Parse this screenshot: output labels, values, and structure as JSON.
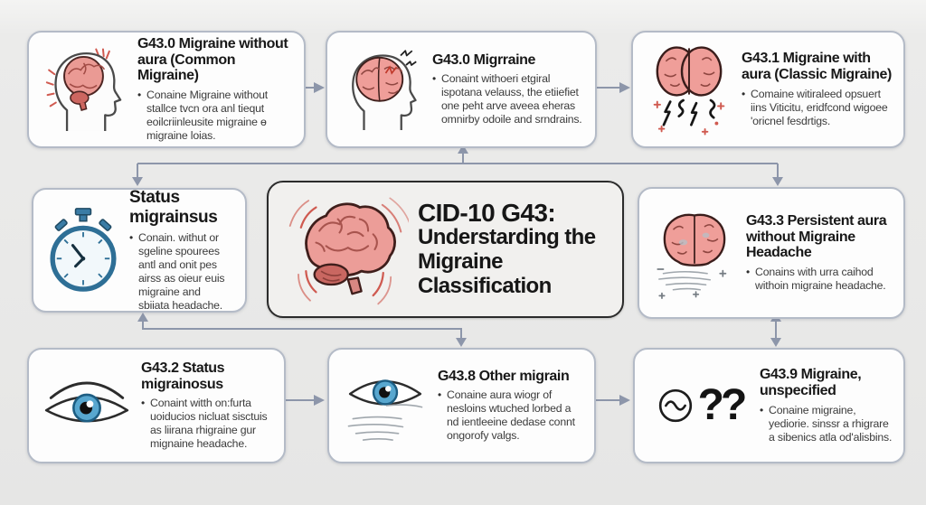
{
  "ui": {
    "bullet": "•",
    "background": "#e9e9e8",
    "card_border": "#b4bbc7",
    "center_border": "#2b2b2b",
    "arrow_color": "#8d96aa",
    "brain_pink": "#ec9d98",
    "accent_red": "#d05a50",
    "stopwatch_blue": "#3a7ca5",
    "iris_blue": "#58a7cf"
  },
  "center_card": {
    "icon": "vibrating-brain-icon",
    "title_line1": "CID-10 G43:",
    "title_line2": "Understarding the",
    "title_line3": "Migraine Classification"
  },
  "cards": {
    "top_left": {
      "title": "G43.0 Migraine without aura (Common Migraine)",
      "bullet": "Conaine Migraine without stallce tvcn ora anl tiequt eoilcriinleusite migraine ɵ migraine loias.",
      "icon": "head-profile-brain-rays-icon"
    },
    "top_middle": {
      "title": "G43.0 Migrraine",
      "bullet": "Conaint withoeri etgiral ispotana velauss, the etiiefiet one peht arve aveea eheras omnirby odoile and srndrains.",
      "icon": "head-profile-exposed-brain-icon"
    },
    "top_right": {
      "title": "G43.1 Migraine with aura (Classic Migraine)",
      "bullet": "Comaine witiraleed opsuert iins Viticitu, eridfcond wigoee 'oricnel fesdrtigs.",
      "icon": "brain-lightning-icon"
    },
    "mid_left": {
      "title": "Status migrainsus",
      "bullet": "Conain. withut or sgeline spourees antl and onit pes airss as oieur euis migraine and sbiiata headache.",
      "icon": "stopwatch-icon"
    },
    "mid_right": {
      "title": "G43.3 Persistent aura without Migraine Headache",
      "bullet": "Conains with urra caihod withoin migraine headache.",
      "icon": "brain-front-scribble-icon"
    },
    "bottom_left": {
      "title": "G43.2 Status migrainosus",
      "bullet": "Conaint witth on:furta uoiducios nicluat sisctuis as liirana rhigraine gur mignaine headache.",
      "icon": "eye-icon"
    },
    "bottom_middle": {
      "title": "G43.8 Other migrain",
      "bullet": "Conaine aura wiogr of nesloins wtuched lorbed a nd ientleeine dedase connt ongorofy valgs.",
      "icon": "eye-scribble-icon"
    },
    "bottom_right": {
      "title": "G43.9 Migraine, unspecified",
      "bullet": "Conaine migraine, yediorie. sinssr a rhigrare a sibenics atla od'alisbins.",
      "icon": "squiggle-circle-question-marks-icon",
      "icon_text": "??"
    }
  }
}
